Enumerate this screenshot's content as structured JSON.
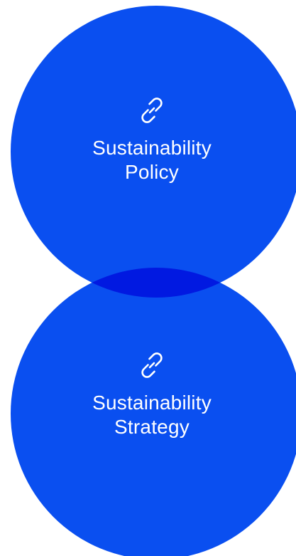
{
  "colors": {
    "circle_fill": "#0a4ff0",
    "overlap_fill": "#0a3ad8",
    "text": "#ffffff",
    "background": "#ffffff"
  },
  "cards": [
    {
      "icon": "link-icon",
      "label_line1": "Sustainability",
      "label_line2": "Policy"
    },
    {
      "icon": "link-icon",
      "label_line1": "Sustainability",
      "label_line2": "Strategy"
    }
  ]
}
